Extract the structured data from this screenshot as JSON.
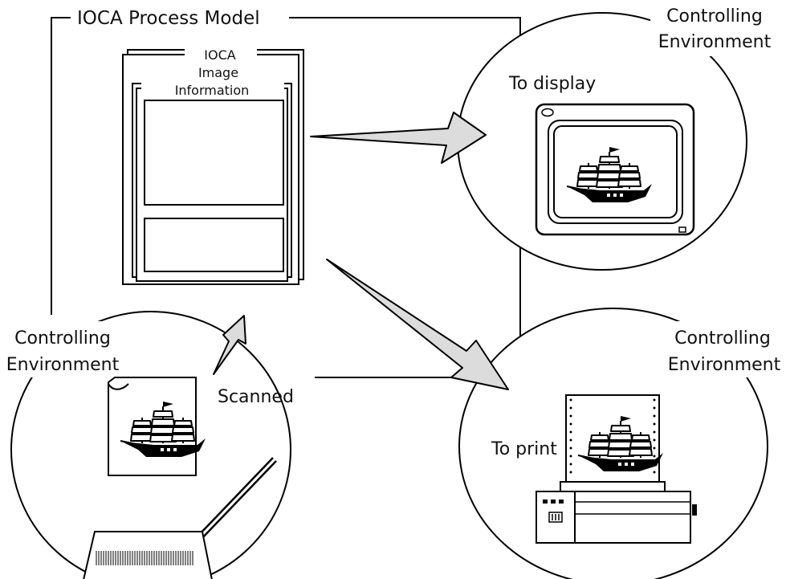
{
  "process_model": {
    "title": "IOCA Process Model"
  },
  "document": {
    "title_line1": "IOCA",
    "title_line2": "Image",
    "title_line3": "Information"
  },
  "display_env": {
    "label_line1": "Controlling",
    "label_line2": "Environment",
    "caption": "To display"
  },
  "print_env": {
    "label_line1": "Controlling",
    "label_line2": "Environment",
    "caption": "To print"
  },
  "scan_env": {
    "label_line1": "Controlling",
    "label_line2": "Environment",
    "caption": "Scanned"
  },
  "icons": [
    "ship-icon",
    "monitor-icon",
    "printer-icon",
    "scanner-icon",
    "paper-icon",
    "arrow-icon"
  ]
}
